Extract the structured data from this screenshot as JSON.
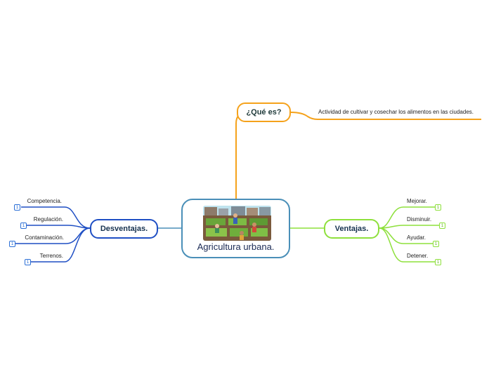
{
  "central": {
    "title": "Agricultura urbana.",
    "image": "urban-garden-illustration"
  },
  "topics": {
    "que_es": {
      "label": "¿Qué es?",
      "detail": "Actividad de cultivar y cosechar los alimentos en las ciudades."
    },
    "desventajas": {
      "label": "Desventajas.",
      "items": [
        {
          "label": "Competencia.",
          "badge": "1"
        },
        {
          "label": "Regulación.",
          "badge": "1"
        },
        {
          "label": "Contaminación.",
          "badge": "1"
        },
        {
          "label": "Terrenos.",
          "badge": "1"
        }
      ]
    },
    "ventajas": {
      "label": "Ventajas.",
      "items": [
        {
          "label": "Mejorar.",
          "badge": "1"
        },
        {
          "label": "Disminuir.",
          "badge": "1"
        },
        {
          "label": "Ayudar.",
          "badge": "1"
        },
        {
          "label": "Detener.",
          "badge": "1"
        }
      ]
    }
  },
  "colors": {
    "central_border": "#4a8fb8",
    "que_es": "#f5a21b",
    "desventajas": "#1f4fc4",
    "ventajas": "#8ee03c"
  }
}
